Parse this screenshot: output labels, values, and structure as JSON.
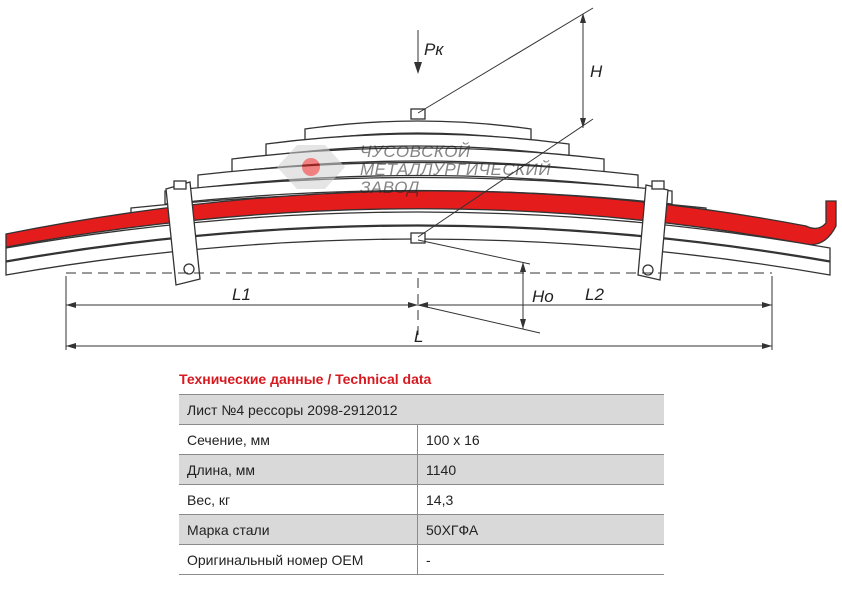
{
  "diagram": {
    "labels": {
      "pk": "Рк",
      "h": "H",
      "l1": "L1",
      "ho": "Ho",
      "l2": "L2",
      "l": "L"
    },
    "watermark": {
      "line1": "ЧУСОВСКОЙ",
      "line2": "МЕТАЛЛУРГИЧЕСКИЙ",
      "line3": "ЗАВОД"
    },
    "colors": {
      "highlight_leaf": "#e41c1c",
      "line": "#333333"
    }
  },
  "tech": {
    "title": "Технические данные / Technical data",
    "header": "Лист №4 рессоры 2098-2912012",
    "rows": [
      {
        "label": "Сечение, мм",
        "value": "100 x 16"
      },
      {
        "label": "Длина, мм",
        "value": "1140"
      },
      {
        "label": "Вес, кг",
        "value": "14,3"
      },
      {
        "label": "Марка стали",
        "value": "50ХГФА"
      },
      {
        "label": "Оригинальный номер OEM",
        "value": "-"
      }
    ]
  }
}
